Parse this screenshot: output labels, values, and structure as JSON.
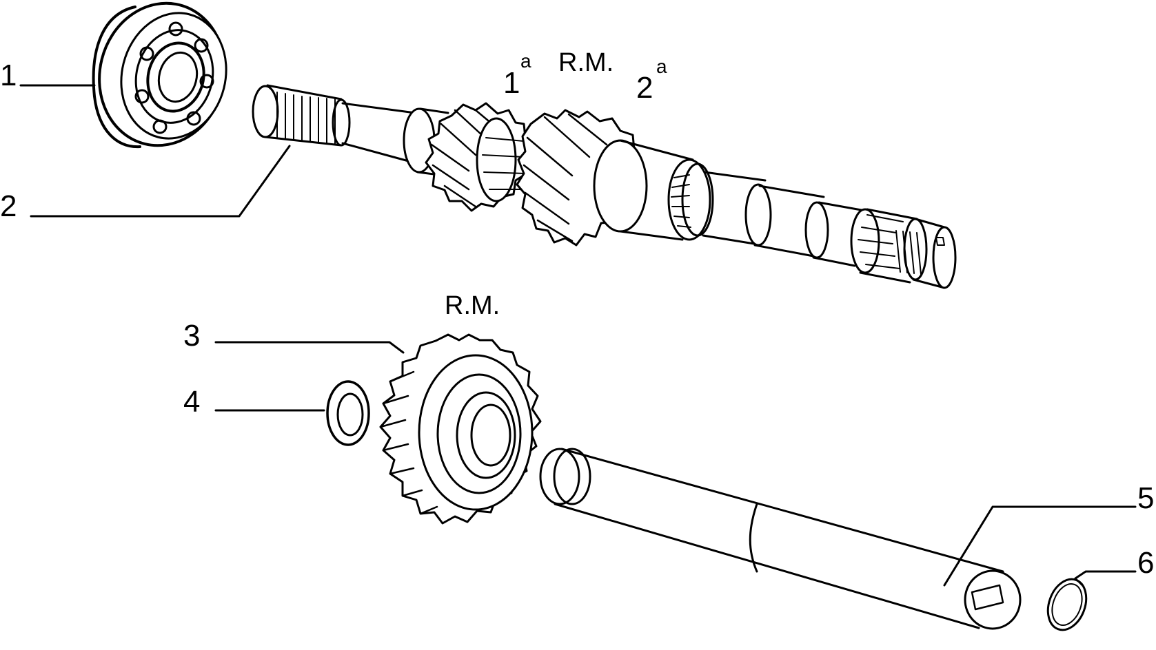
{
  "callouts": {
    "c1": "1",
    "c2": "2",
    "c3": "3",
    "c4": "4",
    "c5": "5",
    "c6": "6"
  },
  "gear_labels": {
    "first_num": "1",
    "first_sup": "a",
    "reverse_top": "R.M.",
    "second_num": "2",
    "second_sup": "a",
    "reverse_bottom": "R.M."
  }
}
